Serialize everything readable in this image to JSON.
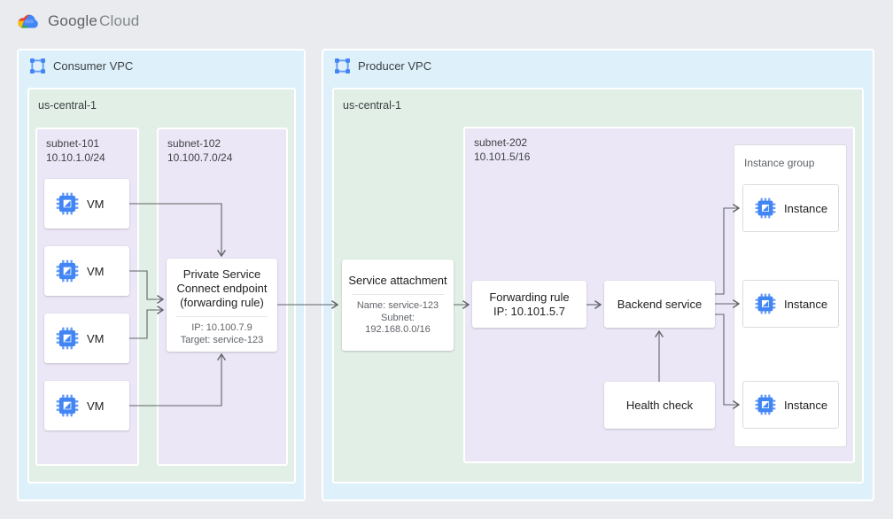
{
  "logo": {
    "brand": "Google",
    "product": "Cloud"
  },
  "consumer_vpc": {
    "label": "Consumer VPC",
    "region": {
      "label": "us-central-1",
      "subnet101": {
        "name": "subnet-101",
        "cidr": "10.10.1.0/24",
        "vms": [
          "VM",
          "VM",
          "VM",
          "VM"
        ]
      },
      "subnet102": {
        "name": "subnet-102",
        "cidr": "10.100.7.0/24",
        "psc_endpoint": {
          "title_lines": [
            "Private Service",
            "Connect endpoint",
            "(forwarding rule)"
          ],
          "ip": "IP: 10.100.7.9",
          "target": "Target: service-123"
        }
      }
    }
  },
  "producer_vpc": {
    "label": "Producer VPC",
    "region": {
      "label": "us-central-1",
      "service_attachment": {
        "title": "Service attachment",
        "name": "Name: service-123",
        "subnet_label": "Subnet:",
        "subnet_cidr": "192.168.0.0/16"
      },
      "subnet202": {
        "name": "subnet-202",
        "cidr": "10.101.5/16",
        "forwarding_rule": {
          "title": "Forwarding rule",
          "ip": "IP: 10.101.5.7"
        },
        "backend_service": {
          "title": "Backend service"
        },
        "health_check": {
          "title": "Health check"
        },
        "instance_group": {
          "label": "Instance group",
          "instances": [
            "Instance",
            "Instance",
            "Instance"
          ]
        }
      }
    }
  },
  "icons": {
    "vpc": "vpc-network-icon",
    "vm": "compute-engine-icon",
    "instance": "compute-engine-icon",
    "logo": "google-cloud-logo"
  },
  "colors": {
    "canvas_bg": "#e9ebee",
    "vpc_bg": "#def1fb",
    "region_bg": "#e1efe6",
    "subnet_bg": "#ece7f6",
    "card_bg": "#ffffff",
    "accent_blue": "#4285f4",
    "accent_blue_light": "#669df6",
    "arrow": "#5f6368",
    "logo_red": "#ea4335",
    "logo_yellow": "#fbbc05",
    "logo_green": "#34a853"
  }
}
